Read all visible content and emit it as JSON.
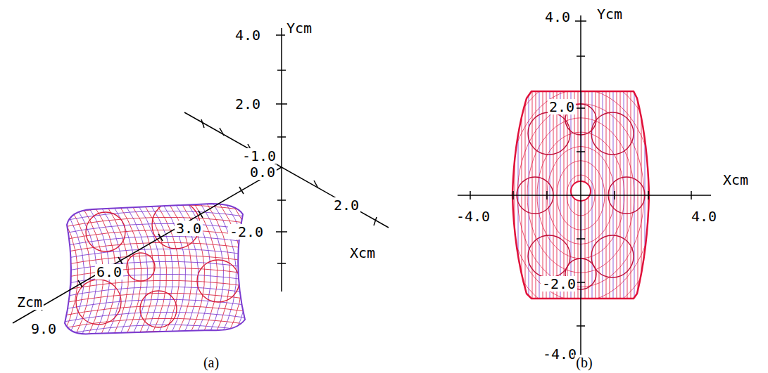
{
  "diagram": {
    "labels": [
      "4.0",
      "Ycm",
      "2.0",
      "-1.0",
      "0.0",
      "2.0",
      "-2.0",
      "Xcm",
      "3.0",
      "6.0",
      "Zcm",
      "9.0",
      "(a)",
      "4.0",
      "Ycm",
      "Xcm",
      "-4.0",
      "4.0",
      "-4.0",
      "2.0",
      "-2.0",
      "(b)"
    ]
  }
}
